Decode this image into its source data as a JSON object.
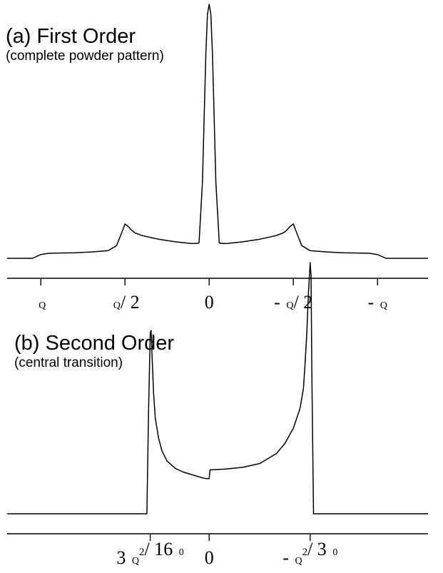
{
  "chart_data": [
    {
      "type": "line",
      "title": "(a) First Order",
      "subtitle": "(complete powder pattern)",
      "xlabel": "",
      "ylabel": "",
      "grid": false,
      "xlim": [
        -1.2,
        1.3
      ],
      "ylim": [
        0,
        1.0
      ],
      "ticks": [
        {
          "x": -1.0,
          "parts": [
            {
              "kind": "sub",
              "text": "Q"
            }
          ]
        },
        {
          "x": -0.5,
          "parts": [
            {
              "kind": "sub",
              "text": "Q"
            },
            {
              "kind": "main",
              "text": "/ 2"
            }
          ]
        },
        {
          "x": 0.0,
          "parts": [
            {
              "kind": "main",
              "text": "0"
            }
          ]
        },
        {
          "x": 0.5,
          "parts": [
            {
              "kind": "main",
              "text": "- "
            },
            {
              "kind": "sub",
              "text": "Q"
            },
            {
              "kind": "main",
              "text": "/ 2"
            }
          ]
        },
        {
          "x": 1.0,
          "parts": [
            {
              "kind": "main",
              "text": "- "
            },
            {
              "kind": "sub",
              "text": "Q"
            }
          ]
        }
      ],
      "series": [
        {
          "x": [
            -1.2,
            -1.05,
            -1.0,
            -0.95,
            -0.8,
            -0.7,
            -0.6,
            -0.55,
            -0.52,
            -0.5,
            -0.48,
            -0.46,
            -0.44,
            -0.4,
            -0.3,
            -0.2,
            -0.1,
            -0.06,
            -0.04,
            -0.02,
            -0.01,
            0.0,
            0.01,
            0.02,
            0.04,
            0.06,
            0.1,
            0.2,
            0.3,
            0.4,
            0.44,
            0.46,
            0.48,
            0.5,
            0.52,
            0.55,
            0.6,
            0.7,
            0.8,
            0.95,
            1.0,
            1.05,
            1.3
          ],
          "y": [
            0.0,
            0.0,
            0.015,
            0.02,
            0.022,
            0.025,
            0.03,
            0.05,
            0.1,
            0.135,
            0.125,
            0.11,
            0.1,
            0.09,
            0.075,
            0.065,
            0.058,
            0.06,
            0.3,
            0.8,
            0.96,
            1.0,
            0.96,
            0.8,
            0.3,
            0.06,
            0.058,
            0.065,
            0.075,
            0.09,
            0.1,
            0.11,
            0.125,
            0.135,
            0.1,
            0.05,
            0.03,
            0.025,
            0.022,
            0.02,
            0.015,
            0.0,
            0.0
          ]
        }
      ]
    },
    {
      "type": "line",
      "title": "(b) Second Order",
      "subtitle": "(central transition)",
      "xlabel": "",
      "ylabel": "",
      "grid": false,
      "xlim": [
        -1.2,
        1.3
      ],
      "ylim": [
        0,
        1.0
      ],
      "ticks": [
        {
          "x": -0.35,
          "parts": [
            {
              "kind": "main",
              "text": "3 "
            },
            {
              "kind": "sub",
              "text": "Q"
            },
            {
              "kind": "sup",
              "text": "2"
            },
            {
              "kind": "main",
              "text": "/ 16 "
            },
            {
              "kind": "sub",
              "text": "0"
            }
          ]
        },
        {
          "x": 0.0,
          "parts": [
            {
              "kind": "main",
              "text": "0"
            }
          ]
        },
        {
          "x": 0.6,
          "parts": [
            {
              "kind": "main",
              "text": "- "
            },
            {
              "kind": "sub",
              "text": "Q"
            },
            {
              "kind": "sup",
              "text": "2"
            },
            {
              "kind": "main",
              "text": "/ 3 "
            },
            {
              "kind": "sub",
              "text": "0"
            }
          ]
        }
      ],
      "series": [
        {
          "x": [
            -1.2,
            -0.37,
            -0.36,
            -0.35,
            -0.345,
            -0.34,
            -0.33,
            -0.32,
            -0.3,
            -0.28,
            -0.25,
            -0.2,
            -0.15,
            -0.1,
            -0.05,
            -0.02,
            0.0,
            0.005,
            0.02,
            0.1,
            0.2,
            0.3,
            0.4,
            0.45,
            0.5,
            0.54,
            0.56,
            0.57,
            0.58,
            0.59,
            0.6,
            0.605,
            0.61,
            0.62,
            1.3
          ],
          "y": [
            0.0,
            0.0,
            0.4,
            0.72,
            0.73,
            0.64,
            0.48,
            0.38,
            0.3,
            0.25,
            0.21,
            0.18,
            0.165,
            0.155,
            0.145,
            0.14,
            0.14,
            0.175,
            0.175,
            0.178,
            0.185,
            0.2,
            0.24,
            0.28,
            0.34,
            0.42,
            0.5,
            0.6,
            0.72,
            0.88,
            1.0,
            0.95,
            0.55,
            0.0,
            0.0
          ]
        }
      ]
    }
  ]
}
